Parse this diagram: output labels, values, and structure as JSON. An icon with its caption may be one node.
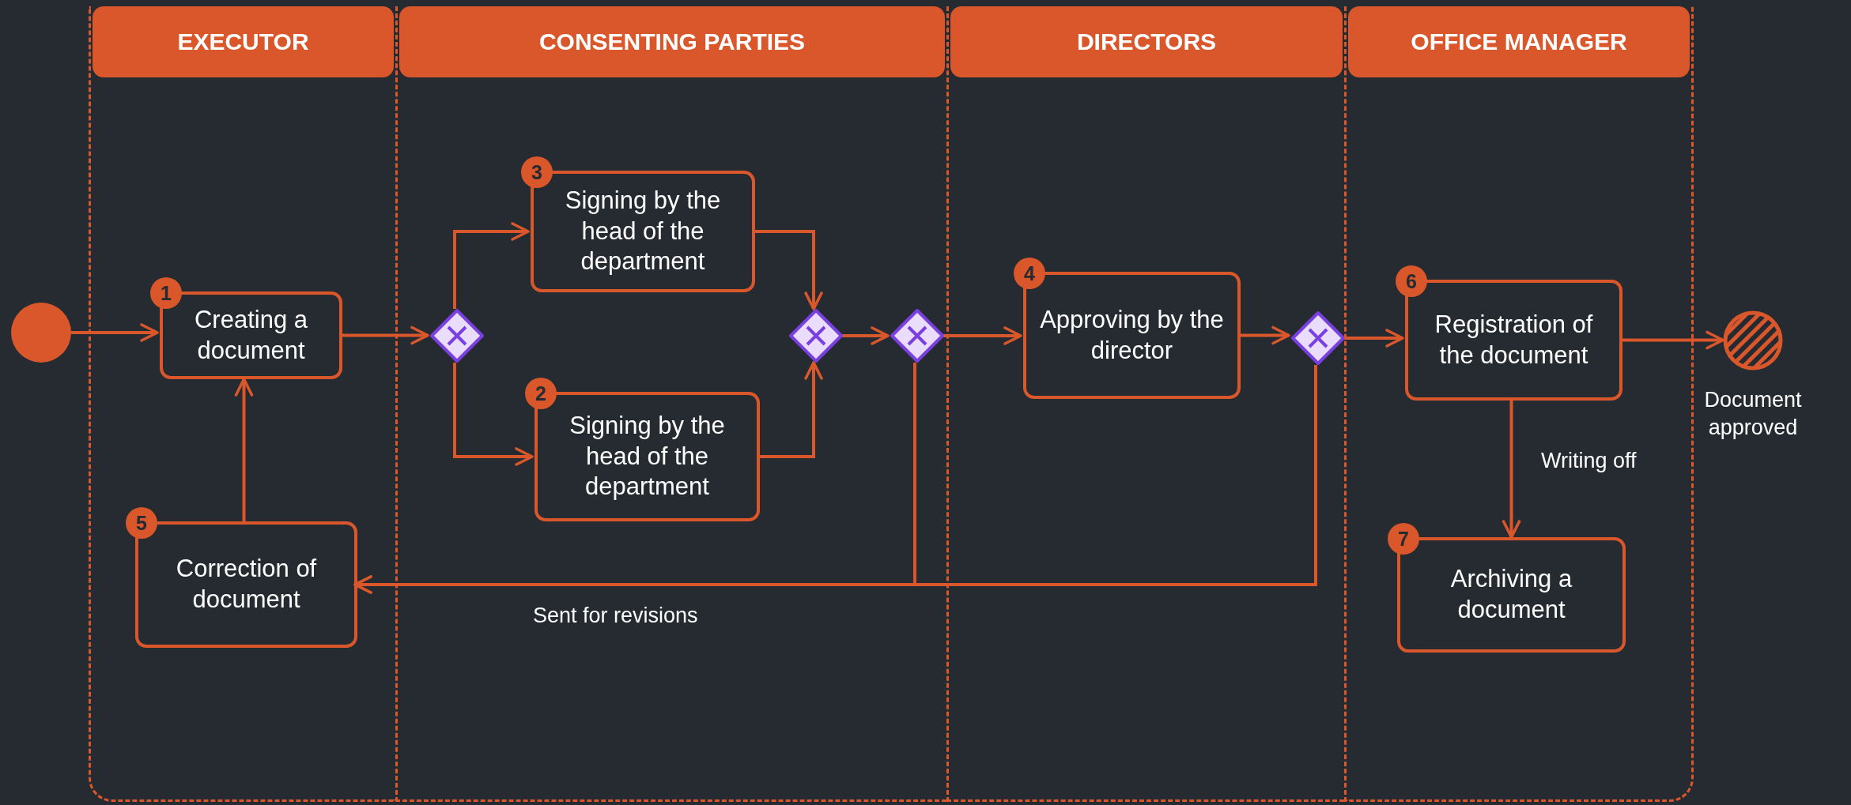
{
  "diagram": {
    "nodes": [
      {
        "text": [
          "EXECUTOR"
        ]
      },
      {
        "text": [
          "CONSENTING PARTIES"
        ]
      },
      {
        "text": [
          "DIRECTORS"
        ]
      },
      {
        "text": [
          "OFFICE MANAGER"
        ]
      },
      {
        "text": [],
        "shape": "circle"
      },
      {
        "text": [
          "1",
          "Creating a document"
        ],
        "in": 0
      },
      {
        "text": [],
        "shape": "diamond",
        "in": 1
      },
      {
        "text": [
          "3",
          "Signing by the head of the department"
        ],
        "in": 1
      },
      {
        "text": [
          "2",
          "Signing by the head of the department"
        ],
        "in": 1
      },
      {
        "text": [],
        "shape": "diamond",
        "in": 1
      },
      {
        "text": [],
        "shape": "diamond",
        "in": 1
      },
      {
        "text": [
          "4",
          "Approving by the director"
        ],
        "in": 2
      },
      {
        "text": [],
        "shape": "diamond",
        "in": 2
      },
      {
        "text": [
          "6",
          "Registration of the document"
        ],
        "in": 3
      },
      {
        "text": [],
        "shape": "circle",
        "beside": [
          "Document approved"
        ]
      },
      {
        "text": [
          "5",
          "Correction of document"
        ],
        "in": 0
      },
      {
        "text": [
          "7",
          "Archiving a document"
        ],
        "in": 3
      }
    ],
    "edges": [
      {
        "from": 4,
        "to": 5,
        "arrow": "to"
      },
      {
        "from": 5,
        "to": 6,
        "arrow": "to"
      },
      {
        "from": 6,
        "to": 7,
        "arrow": "to"
      },
      {
        "from": 6,
        "to": 8,
        "arrow": "to"
      },
      {
        "from": 7,
        "to": 9,
        "arrow": "to"
      },
      {
        "from": 8,
        "to": 9,
        "arrow": "to"
      },
      {
        "from": 9,
        "to": 10,
        "arrow": "to"
      },
      {
        "from": 10,
        "to": 11,
        "arrow": "to"
      },
      {
        "from": 11,
        "to": 12,
        "arrow": "to"
      },
      {
        "from": 12,
        "to": 13,
        "arrow": "to"
      },
      {
        "from": 13,
        "to": 14,
        "arrow": "to"
      },
      {
        "from": 13,
        "to": 16,
        "arrow": "to",
        "label": "Writing off"
      },
      {
        "from": 10,
        "to": 15,
        "arrow": "to",
        "label": "Sent for revisions"
      },
      {
        "from": 12,
        "to": 15,
        "arrow": "to"
      },
      {
        "from": 15,
        "to": 5,
        "arrow": "to"
      }
    ]
  }
}
